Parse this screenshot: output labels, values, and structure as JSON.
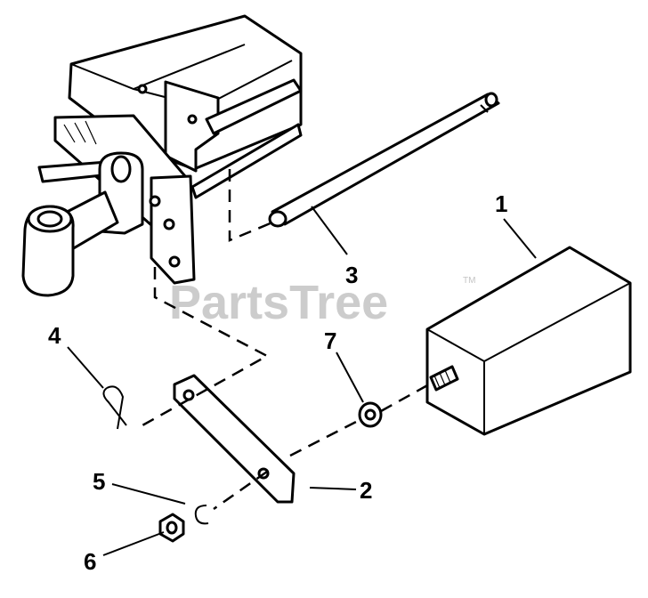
{
  "callouts": {
    "part_1": "1",
    "part_2": "2",
    "part_3": "3",
    "part_4": "4",
    "part_5": "5",
    "part_6": "6",
    "part_7": "7"
  },
  "watermark": {
    "text": "PartsTree",
    "trademark": "TM"
  },
  "colors": {
    "line": "#000000",
    "background": "#ffffff",
    "watermark": "#c4c4c4"
  }
}
